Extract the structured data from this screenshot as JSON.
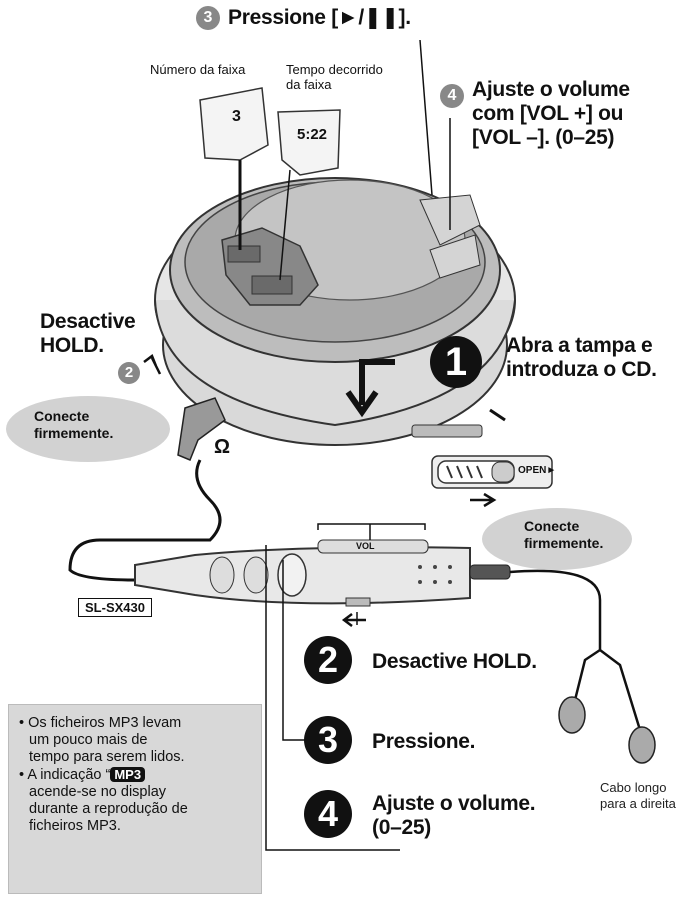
{
  "steps": {
    "top_play": {
      "number": "3",
      "text": "Pressione [►/❚❚]."
    },
    "top_volume": {
      "number": "4",
      "lines": [
        "Ajuste o volume",
        "com [VOL +] ou",
        "[VOL –]. (0–25)"
      ]
    },
    "open_lid": {
      "number": "1",
      "lines": [
        "Abra a tampa e",
        "introduza o CD."
      ]
    },
    "hold_player": {
      "number": "2",
      "lines": [
        "Desactive",
        "HOLD."
      ]
    },
    "remote_hold": {
      "number": "2",
      "text": "Desactive HOLD."
    },
    "remote_play": {
      "number": "3",
      "text": "Pressione."
    },
    "remote_volume": {
      "number": "4",
      "lines": [
        "Ajuste o volume.",
        "(0–25)"
      ]
    }
  },
  "display": {
    "track_label": "Número da faixa",
    "track_value": "3",
    "time_label_lines": [
      "Tempo decorrido",
      "da faixa"
    ],
    "time_value": "5:22"
  },
  "bubbles": {
    "player_connect_lines": [
      "Conecte",
      "firmemente."
    ],
    "remote_connect_lines": [
      "Conecte",
      "firmemente."
    ]
  },
  "labels": {
    "model": "SL-SX430",
    "headphone_symbol": "Ω",
    "switch_open": "OPEN►",
    "vol": "VOL",
    "cable_lines": [
      "Cabo longo",
      "para a direita"
    ]
  },
  "note": {
    "bullet1_lines": [
      "Os ficheiros MP3 levam",
      "um pouco mais de",
      "tempo para serem lidos."
    ],
    "bullet2_prefix": "A indicação “",
    "bullet2_badge": "MP3",
    "bullet2_lines": [
      "acende-se no display",
      "durante a reprodução de",
      "ficheiros MP3."
    ]
  }
}
